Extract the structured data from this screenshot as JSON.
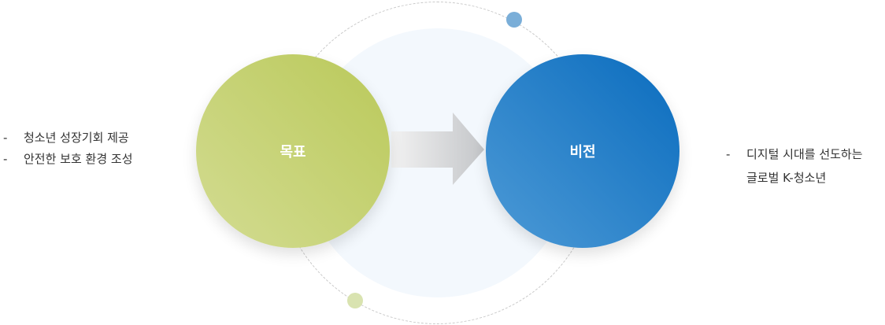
{
  "left_list": [
    "청소년 성장기회 제공",
    "안전한 보호 환경 조성"
  ],
  "goal_label": "목표",
  "vision_label": "비전",
  "right_list": [
    "디지털 시대를 선도하는",
    "글로벌 K-청소년"
  ],
  "dash": "-",
  "colors": {
    "goal": "#bac95a",
    "vision": "#0a6cbe"
  }
}
